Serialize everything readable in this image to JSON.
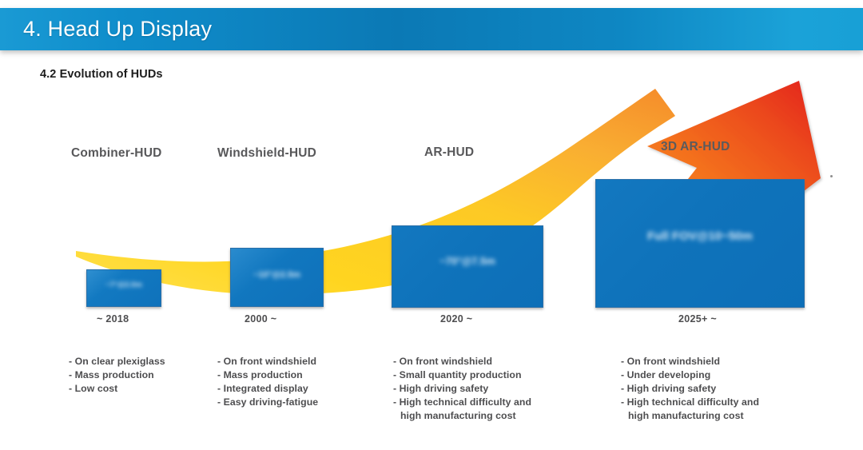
{
  "header": {
    "title": "4. Head Up Display",
    "bar_color_left": "#1a9ad4",
    "bar_color_mid": "#0b79b5",
    "bar_color_right": "#18a0d6"
  },
  "subtitle": "4.2 Evolution of HUDs",
  "watermark": "",
  "graphic": {
    "curve_color": "#ffd520",
    "curve_color_mid": "#fbc02d",
    "arrow_color_start": "#f58220",
    "arrow_color_end": "#e8231f",
    "box_color": "#0f73bb",
    "box_border": "#2a6fa8"
  },
  "stages": [
    {
      "label": "Combiner-HUD",
      "box_text": "~7°@2.0m",
      "year": "~ 2018",
      "bullets": [
        {
          "text": "- On clear plexiglass",
          "cont": false
        },
        {
          "text": "- Mass production",
          "cont": false
        },
        {
          "text": "- Low cost",
          "cont": false
        }
      ]
    },
    {
      "label": "Windshield-HUD",
      "box_text": "~10°@2.5m",
      "year": "2000 ~",
      "bullets": [
        {
          "text": "- On front windshield",
          "cont": false
        },
        {
          "text": "- Mass production",
          "cont": false
        },
        {
          "text": "- Integrated display",
          "cont": false
        },
        {
          "text": "- Easy driving-fatigue",
          "cont": false
        }
      ]
    },
    {
      "label": "AR-HUD",
      "box_text": "~70°@7.5m",
      "year": "2020 ~",
      "bullets": [
        {
          "text": "- On front windshield",
          "cont": false
        },
        {
          "text": "- Small quantity production",
          "cont": false
        },
        {
          "text": "- High driving safety",
          "cont": false
        },
        {
          "text": "- High technical difficulty and",
          "cont": false
        },
        {
          "text": "high manufacturing cost",
          "cont": true
        }
      ]
    },
    {
      "label": "3D AR-HUD",
      "box_text": "Full FOV@10~50m",
      "year": "2025+ ~",
      "bullets": [
        {
          "text": "- On front windshield",
          "cont": false
        },
        {
          "text": "- Under developing",
          "cont": false
        },
        {
          "text": "- High driving safety",
          "cont": false
        },
        {
          "text": "- High technical difficulty and",
          "cont": false
        },
        {
          "text": "high manufacturing cost",
          "cont": true
        }
      ]
    }
  ]
}
